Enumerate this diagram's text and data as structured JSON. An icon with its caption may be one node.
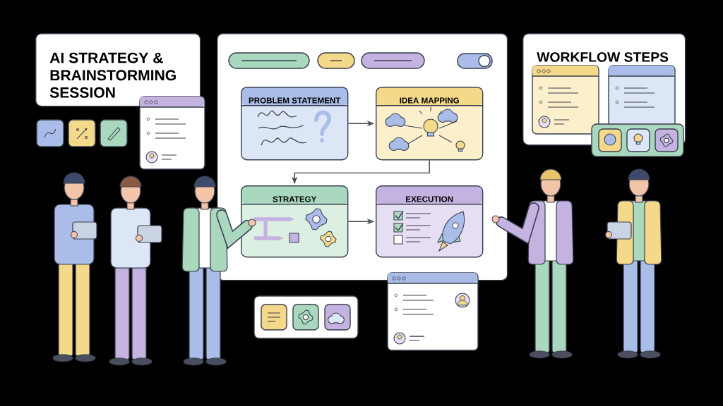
{
  "diagram": {
    "nodes": [
      {
        "text": [
          "AI STRATEGY & BRAINSTORMING SESSION"
        ]
      },
      {
        "text": [],
        "shape": "box"
      },
      {
        "text": [
          "PROBLEM STATEMENT"
        ],
        "in": 1
      },
      {
        "text": [
          "IDEA MAPPING"
        ],
        "in": 1
      },
      {
        "text": [
          "STRATEGY"
        ],
        "in": 1
      },
      {
        "text": [
          "EXECUTION"
        ],
        "in": 1
      },
      {
        "text": [
          "WORKFLOW STEPS"
        ]
      }
    ],
    "edges": [
      {
        "from": 2,
        "to": 3,
        "arrow": "to"
      },
      {
        "from": 3,
        "to": 4,
        "arrow": "to"
      },
      {
        "from": 4,
        "to": 5,
        "arrow": "to"
      }
    ]
  }
}
